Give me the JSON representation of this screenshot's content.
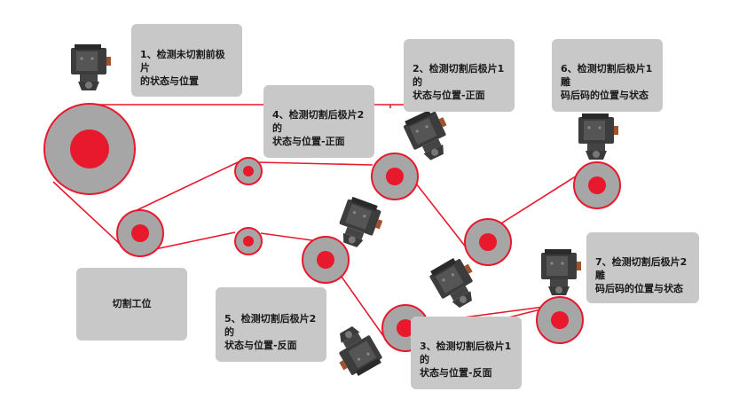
{
  "colors": {
    "belt": "#e8192c",
    "roller_ring": "#a6a6a6",
    "box_bg": "#c8c8c8",
    "camera": "#3a3a3a"
  },
  "labels": {
    "step1": {
      "line1": "1、检测未切割前极片",
      "line2": "的状态与位置"
    },
    "step2": {
      "line1": "2、检测切割后极片1的",
      "line2": "状态与位置-正面"
    },
    "step3": {
      "line1": "3、检测切割后极片1的",
      "line2": "状态与位置-反面"
    },
    "step4": {
      "line1": "4、检测切割后极片2的",
      "line2": "状态与位置-正面"
    },
    "step5": {
      "line1": "5、检测切割后极片2的",
      "line2": "状态与位置-反面"
    },
    "step6": {
      "line1": "6、检测切割后极片1雕",
      "line2": "码后码的位置与状态"
    },
    "step7": {
      "line1": "7、检测切割后极片2雕",
      "line2": "码后码的位置与状态"
    },
    "cutting": {
      "text": "切割工位"
    }
  },
  "icons": {
    "camera": "camera-icon",
    "roller": "roller-icon"
  }
}
